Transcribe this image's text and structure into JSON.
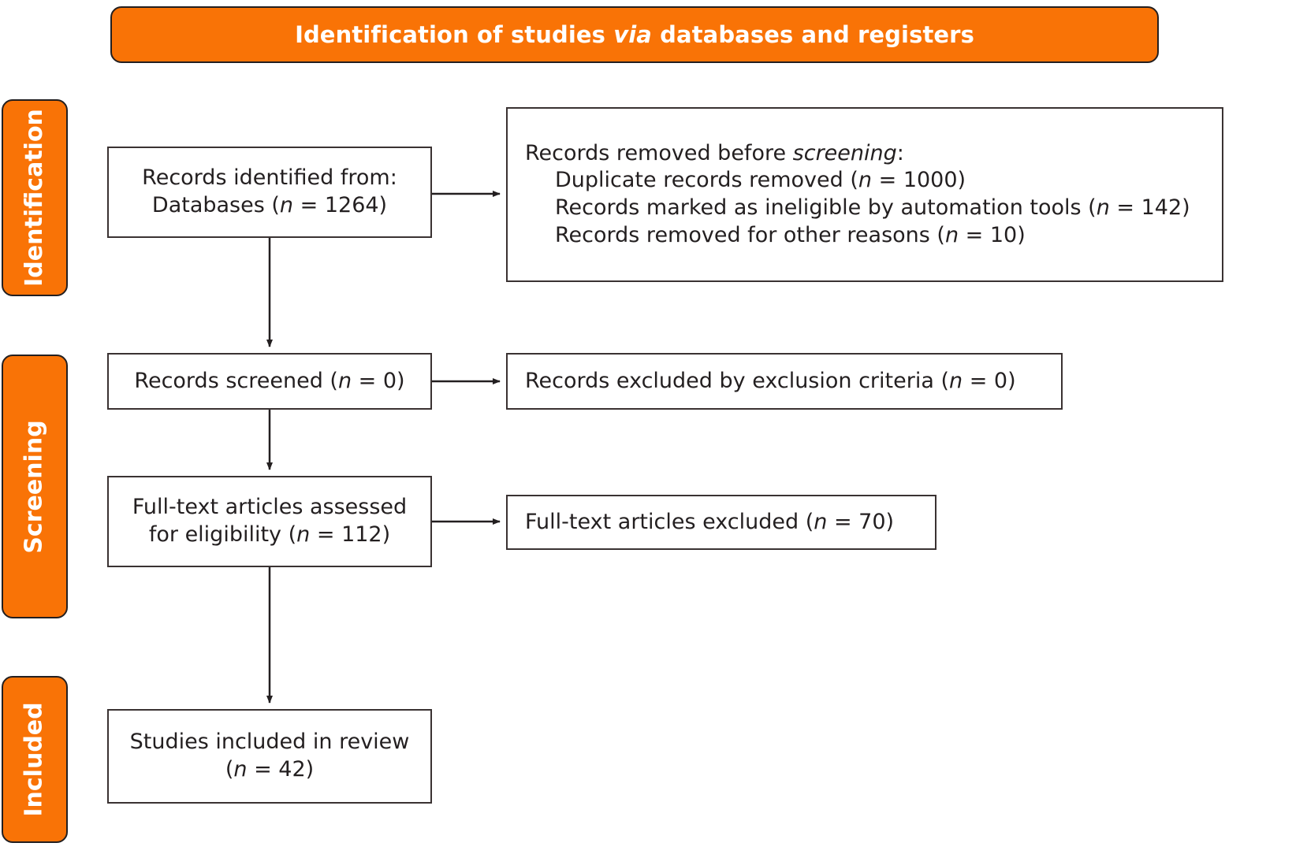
{
  "banner": {
    "title_parts": [
      "Identification of studies ",
      "via",
      " databases and registers"
    ],
    "title_plain": "Identification of studies via databases and registers",
    "color": "#F97306"
  },
  "stages": [
    {
      "id": "identification",
      "label": "Identification"
    },
    {
      "id": "screening",
      "label": "Screening"
    },
    {
      "id": "included",
      "label": "Included"
    }
  ],
  "boxes": {
    "identified": {
      "lines": [
        "Records identified from:",
        "Databases (n = 1264)"
      ],
      "line1": "Records identified from:",
      "line2_pre": "Databases (",
      "line2_n": "n",
      "line2_post": " = 1264)"
    },
    "removed": {
      "heading_pre": "Records removed before ",
      "heading_it": "screening",
      "heading_post": ":",
      "items": [
        {
          "pre": "Duplicate records removed (",
          "n": "n",
          "post": " = 1000)"
        },
        {
          "pre": "Records marked as ineligible by automation tools (",
          "n": "n",
          "post": " = 142)"
        },
        {
          "pre": "Records removed for other reasons (",
          "n": "n",
          "post": " = 10)"
        }
      ]
    },
    "screened": {
      "pre": "Records screened (",
      "n": "n",
      "post": " = 0)"
    },
    "excluded_screening": {
      "pre": "Records excluded by exclusion criteria (",
      "n": "n",
      "post": " = 0)"
    },
    "fulltext": {
      "line1": "Full-text articles assessed",
      "line2_pre": "for eligibility (",
      "line2_n": "n",
      "line2_post": " = 112)"
    },
    "excluded_fulltext": {
      "pre": "Full-text articles excluded (",
      "n": "n",
      "post": " = 70)"
    },
    "included": {
      "line1": "Studies included in review",
      "line2_pre": "(",
      "line2_n": "n",
      "line2_post": " = 42)"
    }
  },
  "counts": {
    "databases_identified": 1264,
    "duplicates_removed": 1000,
    "ineligible_automation": 142,
    "removed_other": 10,
    "records_screened": 0,
    "records_excluded": 0,
    "fulltext_assessed": 112,
    "fulltext_excluded": 70,
    "studies_included": 42
  },
  "arrows": [
    {
      "name": "identified-to-removed",
      "direction": "right"
    },
    {
      "name": "identified-to-screened",
      "direction": "down"
    },
    {
      "name": "screened-to-excluded",
      "direction": "right"
    },
    {
      "name": "screened-to-fulltext",
      "direction": "down"
    },
    {
      "name": "fulltext-to-excluded",
      "direction": "right"
    },
    {
      "name": "fulltext-to-included",
      "direction": "down"
    }
  ]
}
